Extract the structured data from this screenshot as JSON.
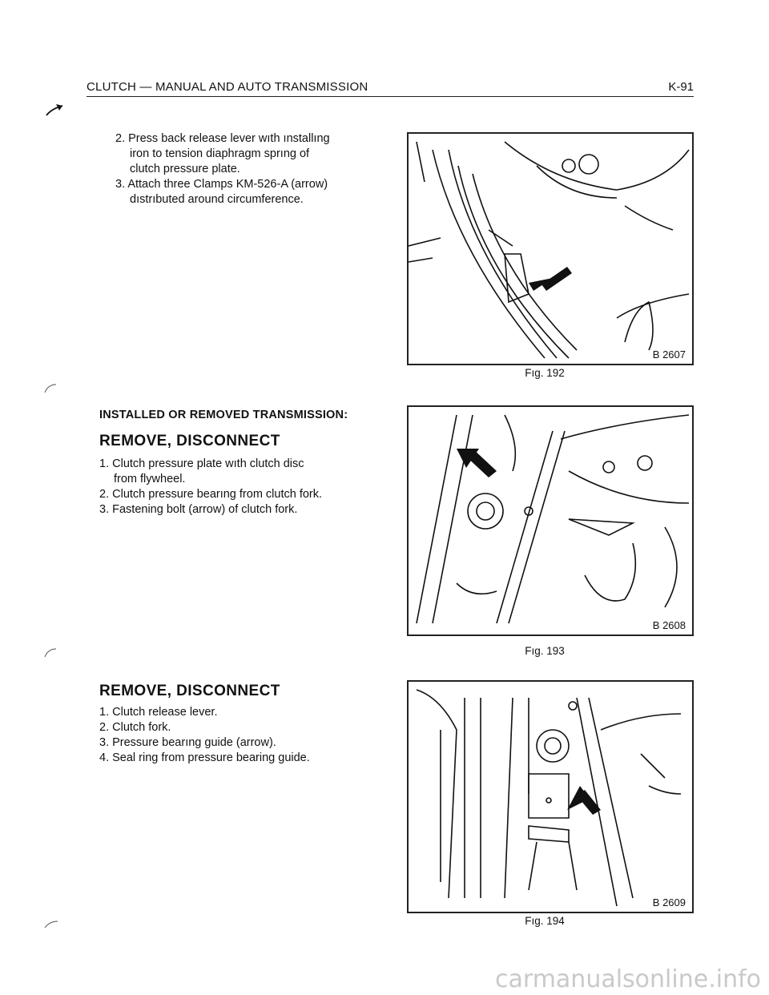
{
  "header": {
    "title": "CLUTCH — MANUAL AND AUTO TRANSMISSION",
    "page": "K-91"
  },
  "section1": {
    "steps": [
      "2. Press back release lever wıth ınstallıng",
      "iron to tension diaphragm sprıng of",
      "clutch pressure plate.",
      "3. Attach three Clamps KM-526-A (arrow)",
      "dıstrıbuted around circumference."
    ]
  },
  "section2": {
    "subheading": "INSTALLED OR REMOVED TRANSMISSION:",
    "heading": "REMOVE, DISCONNECT",
    "steps": [
      "1. Clutch pressure plate wıth clutch disc",
      "from flywheel.",
      "2. Clutch pressure bearıng from clutch fork.",
      "3. Fastening bolt (arrow) of clutch fork."
    ]
  },
  "section3": {
    "heading": "REMOVE, DISCONNECT",
    "steps": [
      "1. Clutch release lever.",
      "2. Clutch fork.",
      "3. Pressure bearıng guide (arrow).",
      "4. Seal ring from pressure bearing guide."
    ]
  },
  "figures": [
    {
      "code": "B 2607",
      "caption": "Fıg. 192"
    },
    {
      "code": "B 2608",
      "caption": "Fıg. 193"
    },
    {
      "code": "B 2609",
      "caption": "Fıg. 194"
    }
  ],
  "watermark": "carmanualsonline.info"
}
